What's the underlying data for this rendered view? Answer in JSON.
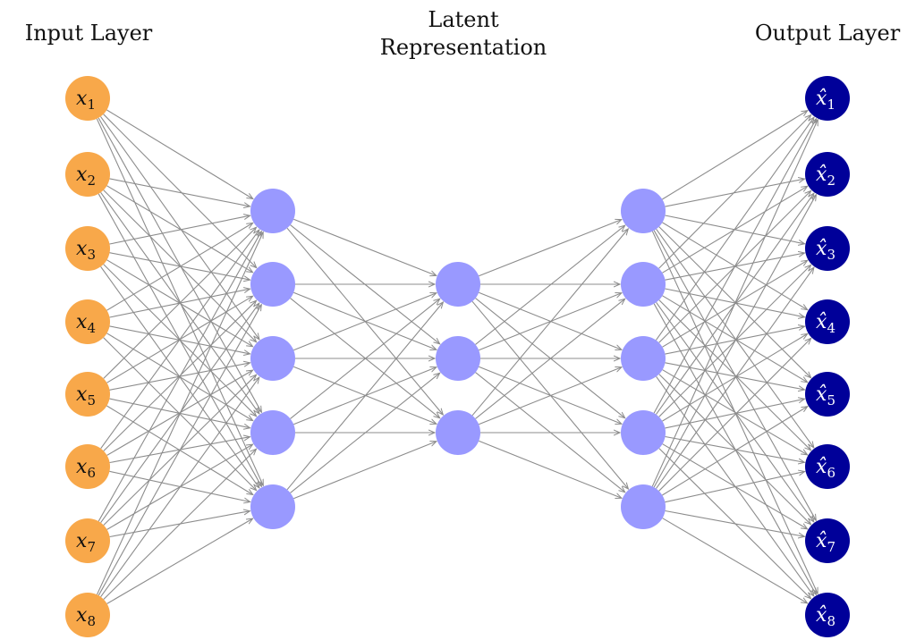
{
  "titles": {
    "input": "Input Layer",
    "latent_line1": "Latent",
    "latent_line2": "Representation",
    "output": "Output Layer"
  },
  "colors": {
    "input_node": "#f8a84a",
    "hidden_node": "#9999ff",
    "output_node": "#000099",
    "edge": "#8c8c8c",
    "input_text": "#111111",
    "output_text": "#ffffff"
  },
  "network": {
    "layer_sizes": [
      8,
      5,
      3,
      5,
      8
    ],
    "fully_connected": true,
    "input_labels": [
      {
        "base": "x",
        "sub": "1"
      },
      {
        "base": "x",
        "sub": "2"
      },
      {
        "base": "x",
        "sub": "3"
      },
      {
        "base": "x",
        "sub": "4"
      },
      {
        "base": "x",
        "sub": "5"
      },
      {
        "base": "x",
        "sub": "6"
      },
      {
        "base": "x",
        "sub": "7"
      },
      {
        "base": "x",
        "sub": "8"
      }
    ],
    "output_labels": [
      {
        "base": "x̂",
        "sub": "1"
      },
      {
        "base": "x̂",
        "sub": "2"
      },
      {
        "base": "x̂",
        "sub": "3"
      },
      {
        "base": "x̂",
        "sub": "4"
      },
      {
        "base": "x̂",
        "sub": "5"
      },
      {
        "base": "x̂",
        "sub": "6"
      },
      {
        "base": "x̂",
        "sub": "7"
      },
      {
        "base": "x̂",
        "sub": "8"
      }
    ]
  }
}
